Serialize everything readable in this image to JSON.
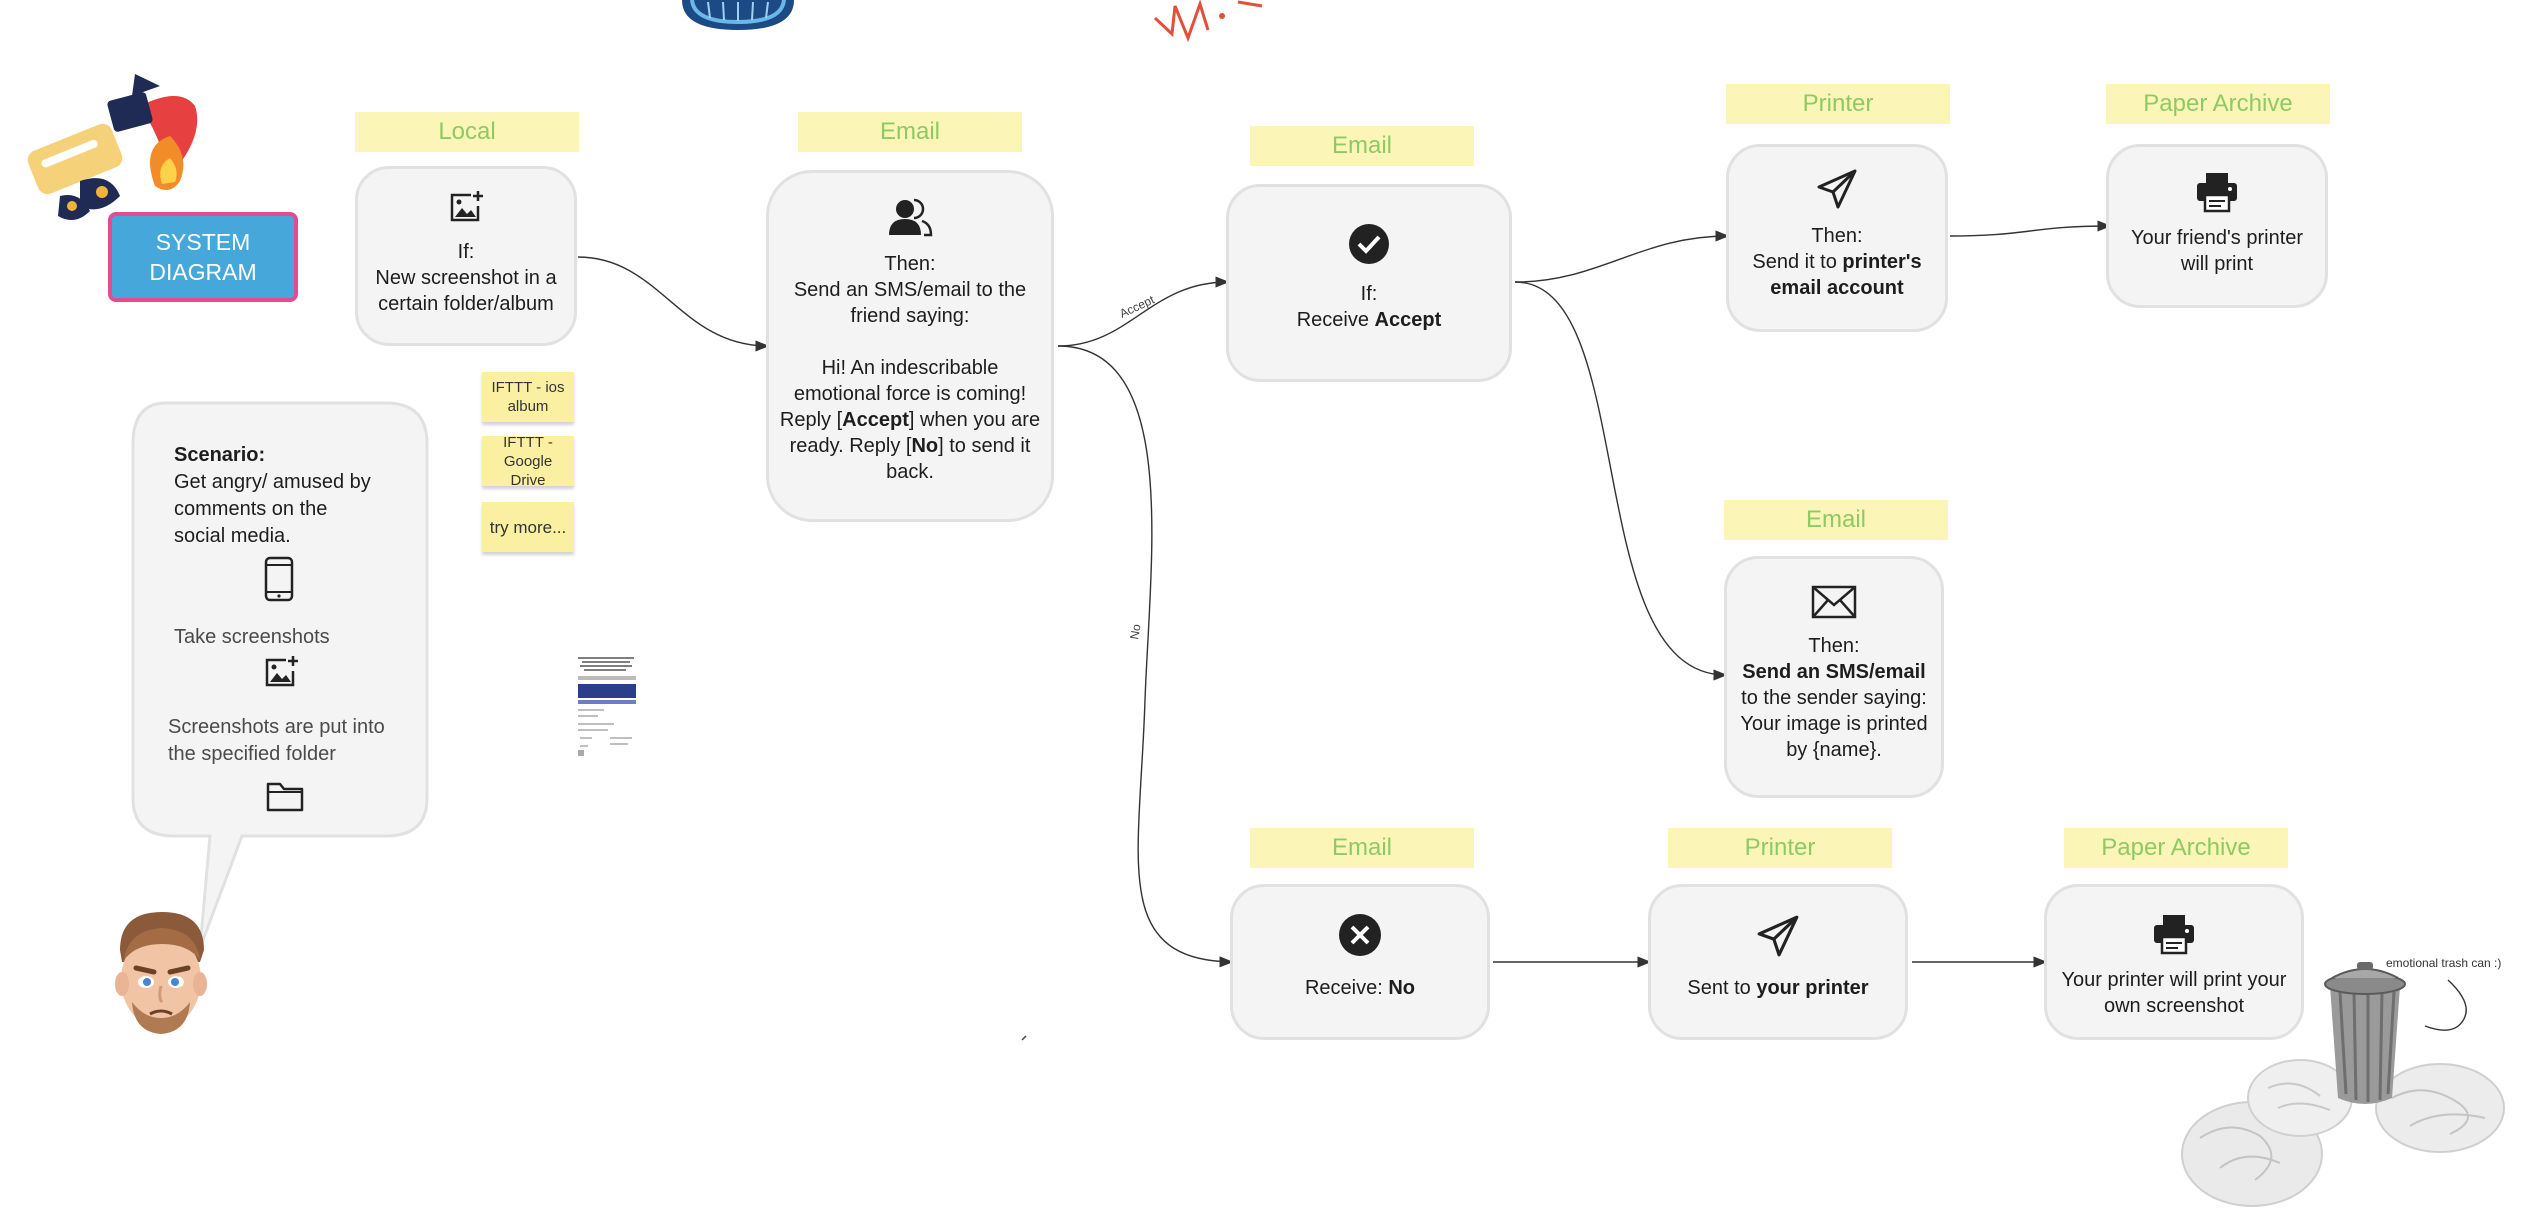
{
  "system_button": {
    "line1": "SYSTEM",
    "line2": "DIAGRAM"
  },
  "labels": {
    "local": "Local",
    "email1": "Email",
    "email2": "Email",
    "printer1": "Printer",
    "paper1": "Paper Archive",
    "email3": "Email",
    "email4": "Email",
    "printer2": "Printer",
    "paper2": "Paper Archive"
  },
  "cards": {
    "local": {
      "line1": "If:",
      "line2": "New screenshot in a",
      "line3": "certain folder/album"
    },
    "email_send": {
      "line1": "Then:",
      "line2": "Send an SMS/email to the",
      "line3": "friend saying:",
      "line4": "Hi! An indescribable",
      "line5": "emotional force is coming!",
      "line6a": "Reply [",
      "line6b": "Accept",
      "line6c": "] when you are",
      "line7a": "ready. Reply [",
      "line7b": "No",
      "line7c": "] to send it",
      "line8": "back."
    },
    "receive_accept": {
      "line1": "If:",
      "line2a": "Receive ",
      "line2b": "Accept"
    },
    "printer_send": {
      "line1": "Then:",
      "line2a": "Send it to ",
      "line2b": "printer's",
      "line3": "email account"
    },
    "friend_print": {
      "line1": "Your friend's printer",
      "line2": "will print"
    },
    "sender_email": {
      "line1": "Then:",
      "line2": "Send an SMS/email",
      "line3": "to the sender saying:",
      "line4": "Your image is printed",
      "line5": "by {name}."
    },
    "receive_no": {
      "line1a": "Receive: ",
      "line1b": "No"
    },
    "sent_printer": {
      "line1a": "Sent to ",
      "line1b": "your printer"
    },
    "your_print": {
      "line1": "Your printer will print your",
      "line2": "own screenshot"
    }
  },
  "scenario": {
    "title": "Scenario:",
    "line1": "Get angry/ amused by",
    "line2": "comments on the",
    "line3": "social media.",
    "step2": "Take screenshots",
    "step3a": "Screenshots are put into",
    "step3b": "the specified folder"
  },
  "stickies": {
    "s1a": "IFTTT - ios",
    "s1b": "album",
    "s2a": "IFTTT -",
    "s2b": "Google Drive",
    "s3": "try more..."
  },
  "edges": {
    "accept": "Accept",
    "no": "No"
  },
  "trash_note": "emotional trash can :)",
  "colors": {
    "label_bg": "#fbf6b8",
    "label_text": "#8fc963",
    "card_bg": "#f4f4f4",
    "card_border": "#e1e1e1",
    "button_bg": "#45a7da",
    "button_border": "#e84a90"
  }
}
